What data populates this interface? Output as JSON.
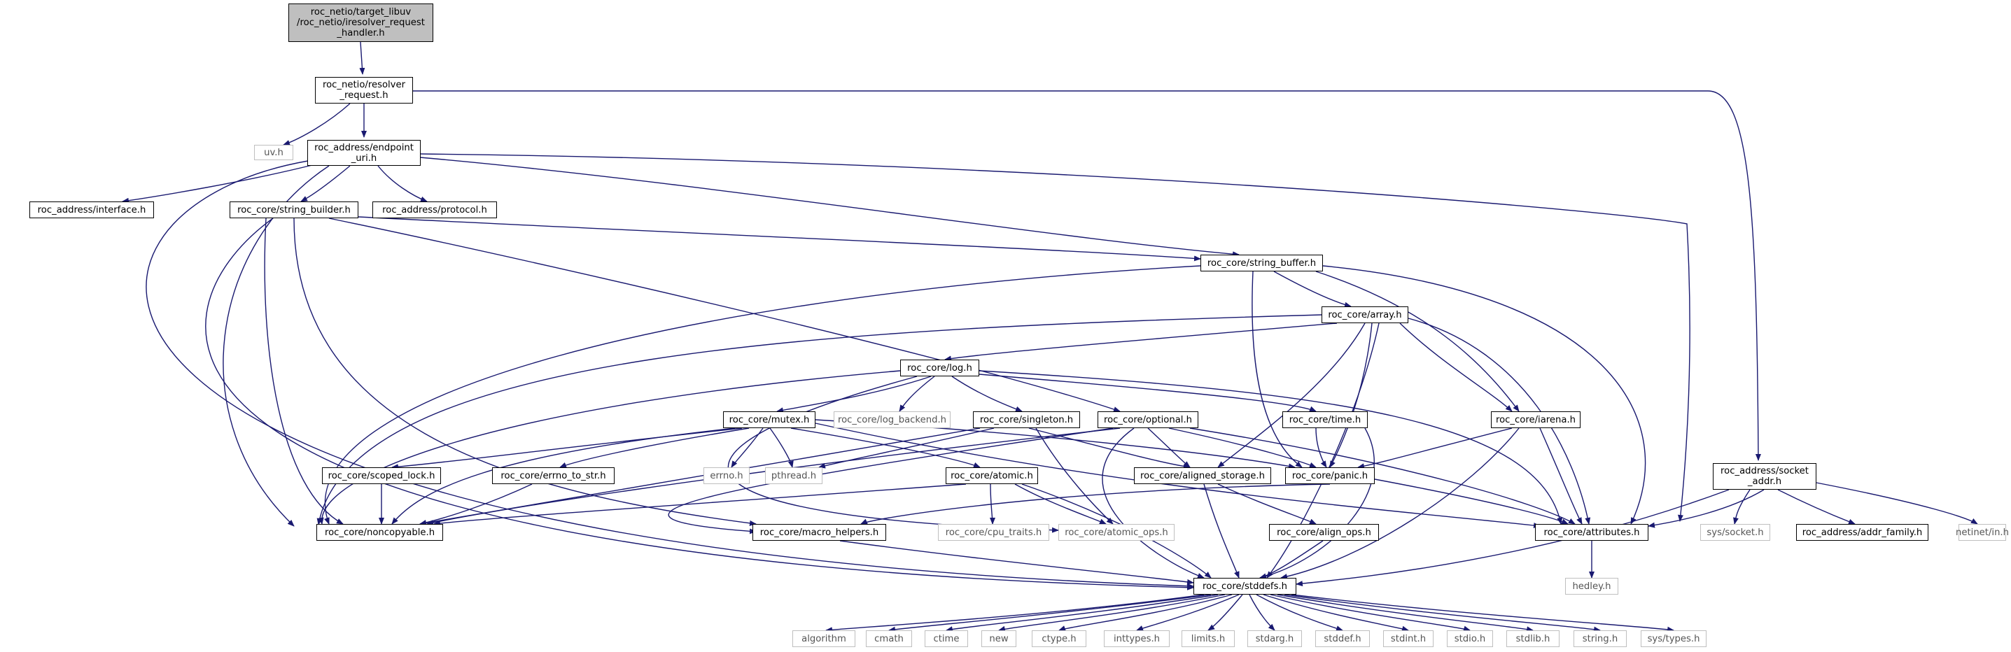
{
  "colors": {
    "edge": "#191970",
    "root_fill": "#bfbfbf",
    "ext_border": "#bfbfbf",
    "node_border": "#000000"
  },
  "nodes": {
    "root": "roc_netio/target_libuv\n/roc_netio/iresolver_request\n_handler.h",
    "resolver_request": "roc_netio/resolver\n_request.h",
    "uv": "uv.h",
    "endpoint_uri": "roc_address/endpoint\n_uri.h",
    "socket_addr": "roc_address/socket\n_addr.h",
    "interface": "roc_address/interface.h",
    "string_builder": "roc_core/string_builder.h",
    "protocol": "roc_address/protocol.h",
    "string_buffer": "roc_core/string_buffer.h",
    "array": "roc_core/array.h",
    "log": "roc_core/log.h",
    "log_backend": "roc_core/log_backend.h",
    "mutex": "roc_core/mutex.h",
    "singleton": "roc_core/singleton.h",
    "optional": "roc_core/optional.h",
    "time": "roc_core/time.h",
    "iarena": "roc_core/iarena.h",
    "errno": "errno.h",
    "pthread": "pthread.h",
    "scoped_lock": "roc_core/scoped_lock.h",
    "errno_to_str": "roc_core/errno_to_str.h",
    "atomic": "roc_core/atomic.h",
    "aligned_storage": "roc_core/aligned_storage.h",
    "panic": "roc_core/panic.h",
    "noncopyable": "roc_core/noncopyable.h",
    "macro_helpers": "roc_core/macro_helpers.h",
    "cpu_traits": "roc_core/cpu_traits.h",
    "atomic_ops": "roc_core/atomic_ops.h",
    "align_ops": "roc_core/align_ops.h",
    "attributes": "roc_core/attributes.h",
    "sys_socket": "sys/socket.h",
    "addr_family": "roc_address/addr_family.h",
    "netinet_in": "netinet/in.h",
    "hedley": "hedley.h",
    "stddefs": "roc_core/stddefs.h",
    "algorithm": "algorithm",
    "cmath": "cmath",
    "ctime": "ctime",
    "new": "new",
    "ctype": "ctype.h",
    "inttypes": "inttypes.h",
    "limits": "limits.h",
    "stdarg": "stdarg.h",
    "stddef": "stddef.h",
    "stdint": "stdint.h",
    "stdio": "stdio.h",
    "stdlib": "stdlib.h",
    "string": "string.h",
    "sys_types": "sys/types.h"
  }
}
